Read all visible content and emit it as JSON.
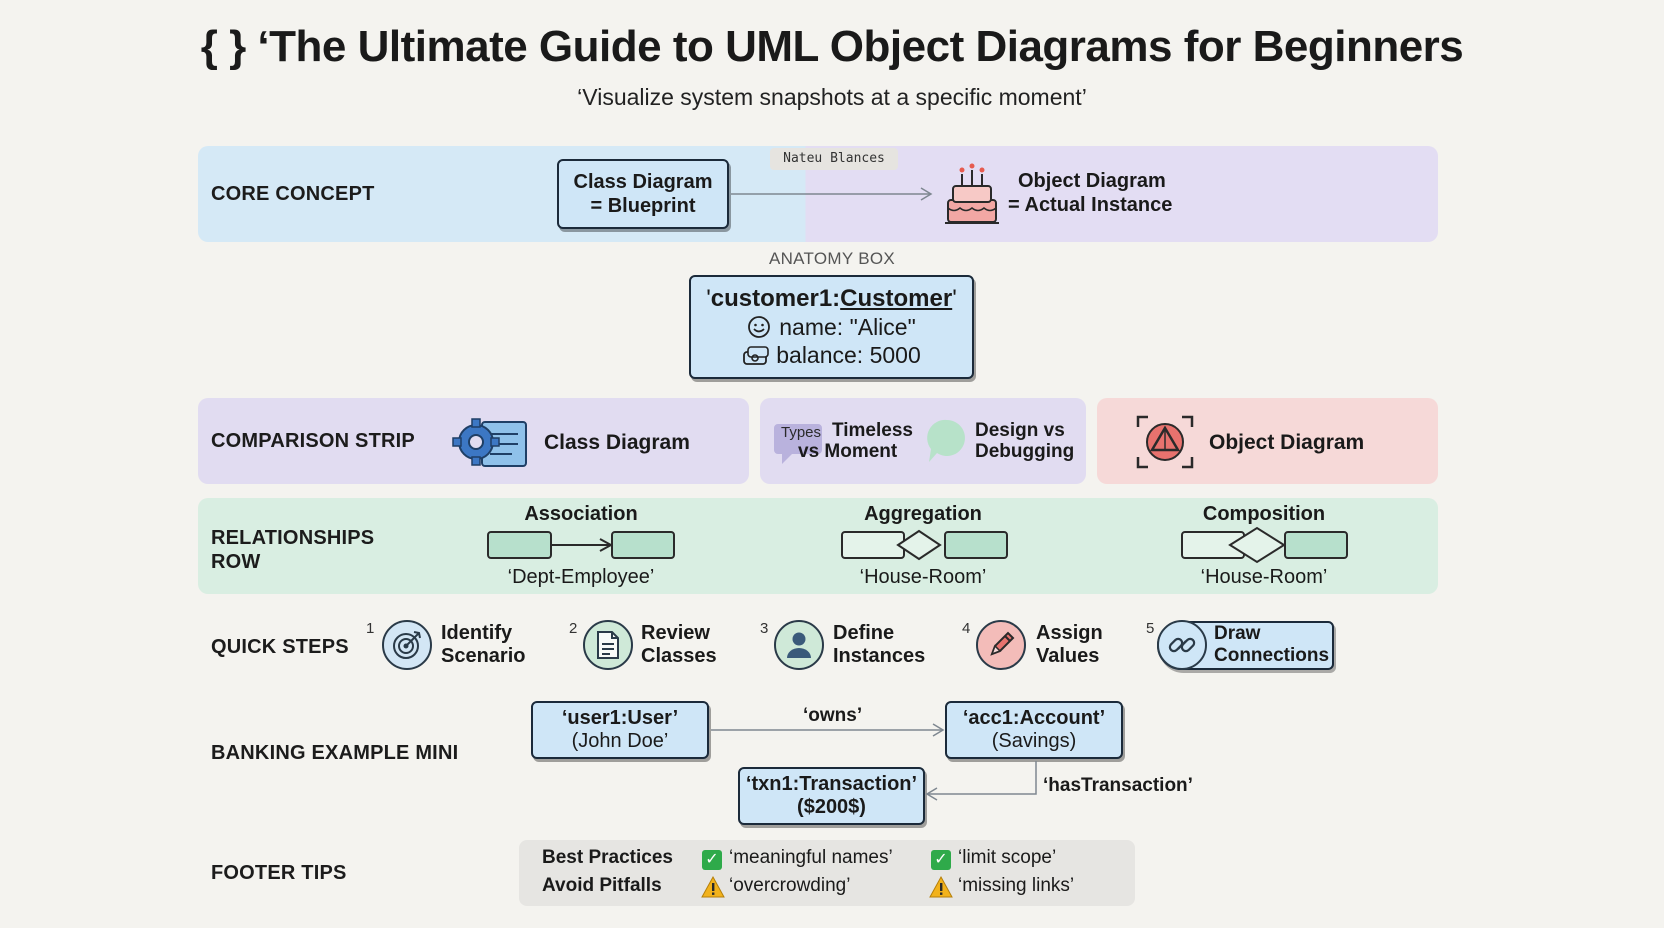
{
  "header": {
    "title": "{ } ‘The Ultimate Guide to UML Object Diagrams for Beginners",
    "subtitle": "‘Visualize system snapshots at a specific moment’"
  },
  "core_concept": {
    "label": "CORE CONCEPT",
    "class_box": [
      "Class Diagram",
      "= Blueprint"
    ],
    "object_box": [
      "Object Diagram",
      "= Actual Instance"
    ],
    "arrow_tag": "Nateu Blances",
    "icons": [
      "cake-icon"
    ]
  },
  "anatomy": {
    "label": "ANATOMY BOX",
    "object_name": "customer1",
    "separator": ":",
    "class_name": "Customer",
    "quote_open": "'",
    "quote_close": "'",
    "attr1": "name: \"Alice\"",
    "attr2": "balance: 5000"
  },
  "comparison": {
    "label": "COMPARISON STRIP",
    "left": "Class Diagram",
    "mid_tag": "Types",
    "mid1": [
      "Timeless",
      "vs Moment"
    ],
    "mid2": [
      "Design vs",
      "Debugging"
    ],
    "right": "Object Diagram"
  },
  "relationships": {
    "label": [
      "RELATIONSHIPS",
      "ROW"
    ],
    "items": [
      {
        "name": "Association",
        "example": "‘Dept-Employee’"
      },
      {
        "name": "Aggregation",
        "example": "‘House-Room’"
      },
      {
        "name": "Composition",
        "example": "‘House-Room’"
      }
    ]
  },
  "steps": {
    "label": "QUICK STEPS",
    "items": [
      {
        "num": "1",
        "lines": [
          "Identify",
          "Scenario"
        ],
        "icon": "target-icon"
      },
      {
        "num": "2",
        "lines": [
          "Review",
          "Classes"
        ],
        "icon": "document-icon"
      },
      {
        "num": "3",
        "lines": [
          "Define",
          "Instances"
        ],
        "icon": "person-icon"
      },
      {
        "num": "4",
        "lines": [
          "Assign",
          "Values"
        ],
        "icon": "pencil-icon"
      },
      {
        "num": "5",
        "lines": [
          "Draw",
          "Connections"
        ],
        "icon": "link-icon"
      }
    ]
  },
  "banking": {
    "label": "BANKING EXAMPLE MINI",
    "user": [
      "‘user1:User’",
      "(John Doe’"
    ],
    "account": [
      "‘acc1:Account’",
      "(Savings)"
    ],
    "txn": [
      "‘txn1:Transaction’",
      "($200$)"
    ],
    "owns": "‘owns’",
    "has": "‘hasTransaction’"
  },
  "footer": {
    "label": "FOOTER TIPS",
    "best": "Best Practices",
    "avoid": "Avoid Pitfalls",
    "b1": "‘meaningful names’",
    "b2": "‘limit scope’",
    "a1": "‘overcrowding’",
    "a2": "‘missing links’"
  },
  "colors": {
    "background": "#f4f3ef",
    "blue_band": "#d6e9f5",
    "purple_band": "#e1dcf1",
    "pink_band": "#f6d9d8",
    "green_band": "#d9eee2",
    "box_fill": "#cfe6f7",
    "check_green": "#2faa4a",
    "warn_yellow": "#f2b21c"
  }
}
